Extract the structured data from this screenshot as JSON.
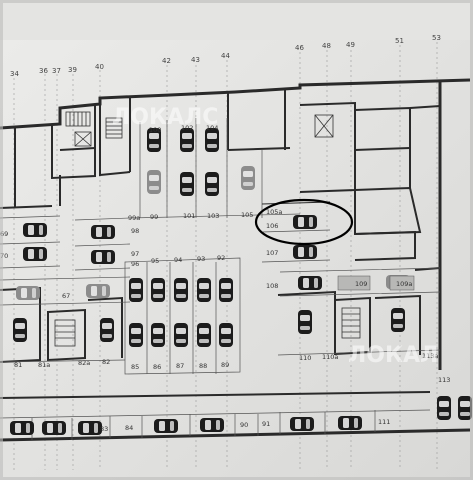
{
  "axes": [
    "34",
    "36",
    "37",
    "39",
    "40",
    "42",
    "43",
    "44",
    "46",
    "48",
    "49",
    "51",
    "53"
  ],
  "watermark": "ЛОКАЛС",
  "watermark2": "ЛОКАЛ",
  "spots": {
    "s100": "100",
    "s102": "102",
    "s104": "104",
    "s99a": "99a",
    "s99": "99",
    "s101": "101",
    "s103": "103",
    "s105": "105",
    "s105a": "105a",
    "s106": "106",
    "s107": "107",
    "s98": "98",
    "s97": "97",
    "s96": "96",
    "s95": "95",
    "s94": "94",
    "s93": "93",
    "s92": "92",
    "s69": "69",
    "s70": "70",
    "s67": "67",
    "s108": "108",
    "s109": "109",
    "s109a": "109a",
    "s81": "81",
    "s81a": "81a",
    "s82a": "82a",
    "s82": "82",
    "s85": "85",
    "s86": "86",
    "s87": "87",
    "s88": "88",
    "s89": "89",
    "s110": "110",
    "s110a": "110a",
    "s113a": "113a",
    "s113": "113",
    "s83": "83",
    "s84": "84",
    "s90": "90",
    "s91": "91",
    "s111": "111"
  },
  "colors": {
    "paper": "#e8e8e6",
    "wall": "#2a2a2a",
    "car": "#1e1e1e",
    "highlight": "#000000"
  }
}
